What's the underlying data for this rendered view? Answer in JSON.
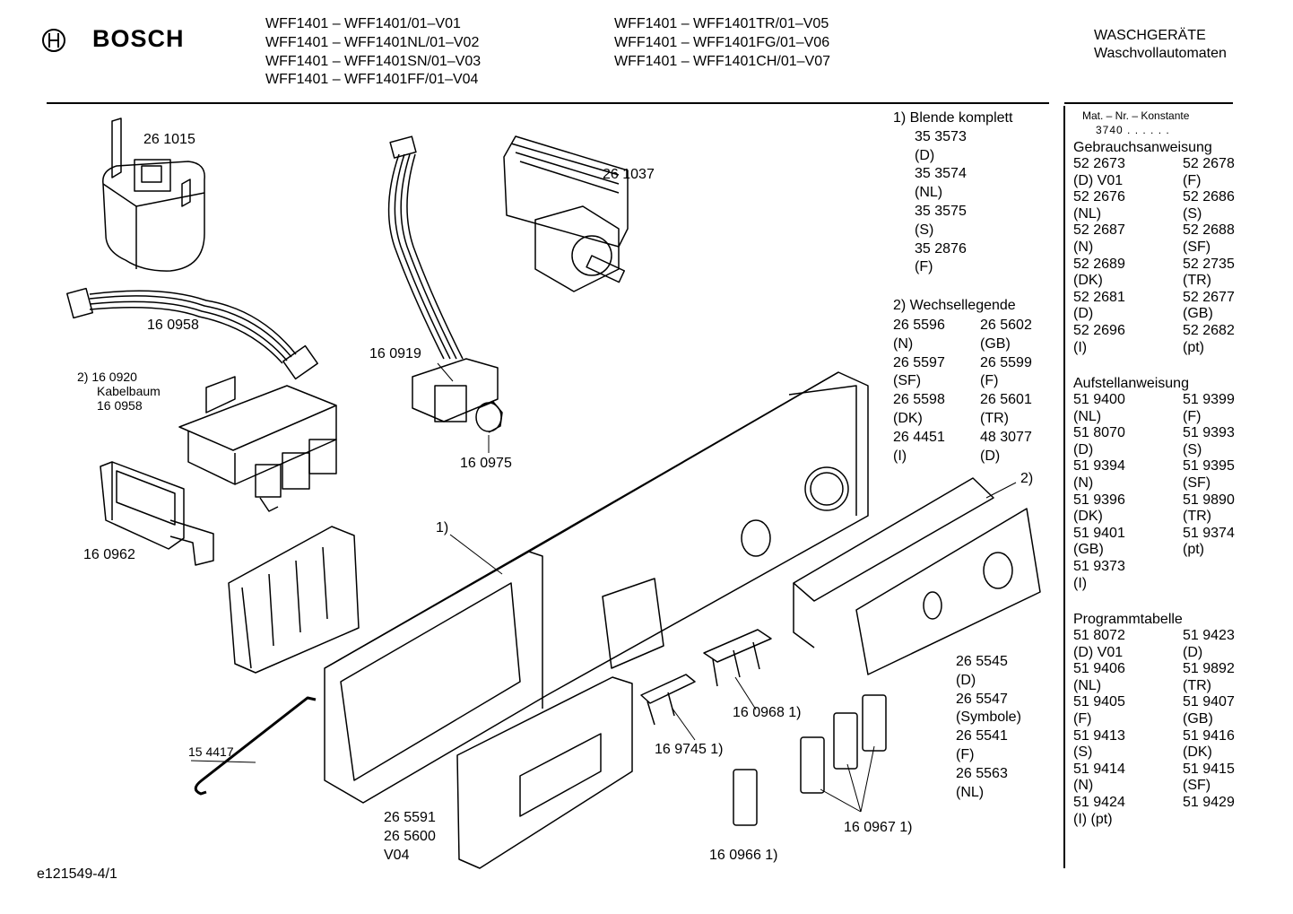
{
  "header": {
    "brand": "BOSCH",
    "models_left": [
      "WFF1401 – WFF1401/01–V01",
      "WFF1401 – WFF1401NL/01–V02",
      "WFF1401 – WFF1401SN/01–V03",
      "WFF1401 – WFF1401FF/01–V04"
    ],
    "models_right": [
      "WFF1401 – WFF1401TR/01–V05",
      "WFF1401 – WFF1401FG/01–V06",
      "WFF1401 – WFF1401CH/01–V07"
    ],
    "category": "WASCHGERÄTE",
    "subcategory": "Waschvollautomaten"
  },
  "footer": {
    "drawing_id": "e121549-4/1"
  },
  "parts_labels": {
    "p261015": "26 1015",
    "p261037": "26 1037",
    "p160958a": "16 0958",
    "p160919": "16 0919",
    "p160920": "2) 16 0920",
    "kabelbaum": "Kabelbaum",
    "p160958b": "16 0958",
    "p160975": "16 0975",
    "p160962": "16 0962",
    "ref1": "1)",
    "ref2": "2)",
    "p154417": "15 4417",
    "p160968": "16 0968 1)",
    "p169745": "16 9745 1)",
    "p160967": "16 0967 1)",
    "p160966": "16 0966 1)",
    "frame_col": [
      "26 5591",
      "26 5600",
      "V04"
    ],
    "panel_col": [
      "26 5545",
      "(D)",
      "26 5547",
      "(Symbole)",
      "26 5541",
      "(F)",
      "26 5563",
      "(NL)"
    ]
  },
  "blende": {
    "title": "1) Blende komplett",
    "lines": [
      "35 3573",
      "(D)",
      "35 3574",
      "(NL)",
      "35 3575",
      "(S)",
      "35 2876",
      "(F)"
    ]
  },
  "wechsellegende": {
    "title": "2) Wechsellegende",
    "col1": [
      "26 5596",
      "(N)",
      "26 5597",
      "(SF)",
      "26 5598",
      "(DK)",
      "26 4451",
      "(I)"
    ],
    "col2": [
      "26 5602",
      "(GB)",
      "26 5599",
      "(F)",
      "26 5601",
      "(TR)",
      "48 3077",
      "(D)"
    ]
  },
  "sidebar": {
    "mat_label": "Mat. – Nr. – Konstante",
    "mat_value": "3740 . . . . . .",
    "gebrauch": {
      "title": "Gebrauchsanweisung",
      "col1": [
        "52 2673",
        "(D) V01",
        "52 2676",
        "(NL)",
        "52 2687",
        "(N)",
        "52 2689",
        "(DK)",
        "52 2681",
        "(D)",
        "52 2696",
        "(I)"
      ],
      "col2": [
        "52 2678",
        "(F)",
        "52 2686",
        "(S)",
        "52 2688",
        "(SF)",
        "52 2735",
        "(TR)",
        "52 2677",
        "(GB)",
        "52 2682",
        "(pt)"
      ]
    },
    "aufstell": {
      "title": "Aufstellanweisung",
      "col1": [
        "51 9400",
        "(NL)",
        "51 8070",
        "(D)",
        "51 9394",
        "(N)",
        "51 9396",
        "(DK)",
        "51 9401",
        "(GB)",
        "51 9373",
        "(I)"
      ],
      "col2": [
        "51 9399",
        "(F)",
        "51 9393",
        "(S)",
        "51 9395",
        "(SF)",
        "51 9890",
        "(TR)",
        "51 9374",
        "(pt)"
      ]
    },
    "programm": {
      "title": "Programmtabelle",
      "col1": [
        "51 8072",
        "(D) V01",
        "51 9406",
        "(NL)",
        "51 9405",
        "(F)",
        "51 9413",
        "(S)",
        "51 9414",
        "(N)",
        "51 9424",
        "(I) (pt)"
      ],
      "col2": [
        "51 9423",
        "(D)",
        "51 9892",
        "(TR)",
        "51 9407",
        "(GB)",
        "51 9416",
        "(DK)",
        "51 9415",
        "(SF)",
        "51 9429"
      ]
    }
  }
}
